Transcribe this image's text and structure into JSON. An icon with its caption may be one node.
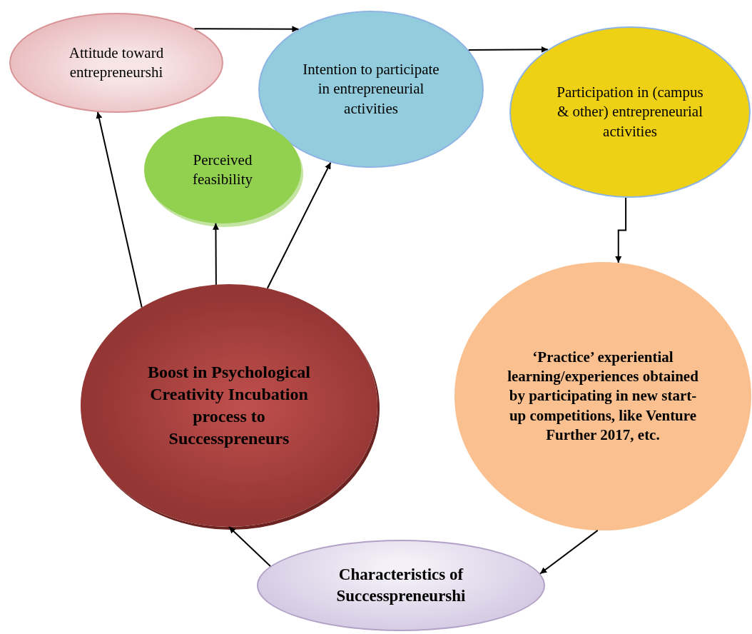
{
  "diagram": {
    "nodes": [
      {
        "text": [
          "Attitude toward entrepreneurshi"
        ]
      },
      {
        "text": [
          "Intention to participate in entrepreneurial activities"
        ]
      },
      {
        "text": [
          "Perceived feasibility"
        ]
      },
      {
        "text": [
          "Participation in (campus  & other) entrepreneurial activities"
        ]
      },
      {
        "text": [
          "Boost in Psychological Creativity Incubation process to Successpreneurs"
        ]
      },
      {
        "text": [
          "‘Practice’ experiential learning/experiences obtained by participating in new start-up competitions, like Venture Further 2017, etc."
        ]
      },
      {
        "text": [
          "Characteristics of Successpreneurshi"
        ]
      }
    ],
    "edges": [
      {
        "from": 0,
        "to": 1,
        "arrow": "to"
      },
      {
        "from": 1,
        "to": 3,
        "arrow": "to"
      },
      {
        "from": 3,
        "to": 5,
        "arrow": "to"
      },
      {
        "from": 4,
        "to": 0,
        "arrow": "to"
      },
      {
        "from": 4,
        "to": 2,
        "arrow": "to"
      },
      {
        "from": 4,
        "to": 1,
        "arrow": "to"
      },
      {
        "from": 5,
        "to": 6,
        "arrow": "to"
      },
      {
        "from": 6,
        "to": 4,
        "arrow": "to"
      }
    ]
  }
}
